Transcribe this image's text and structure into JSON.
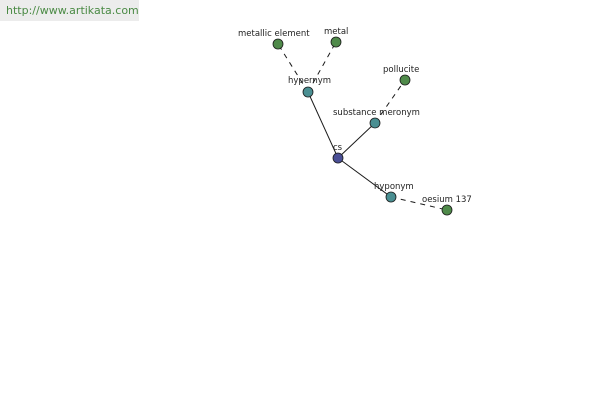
{
  "header": {
    "url": "http://www.artikata.com"
  },
  "graph": {
    "nodes": [
      {
        "id": "cs",
        "label": "cs",
        "kind": "root"
      },
      {
        "id": "hypernym",
        "label": "hypernym",
        "kind": "relation"
      },
      {
        "id": "substance_meronym",
        "label": "substance meronym",
        "kind": "relation"
      },
      {
        "id": "hyponym",
        "label": "hyponym",
        "kind": "relation"
      },
      {
        "id": "metallic_element",
        "label": "metallic element",
        "kind": "leaf"
      },
      {
        "id": "metal",
        "label": "metal",
        "kind": "leaf"
      },
      {
        "id": "pollucite",
        "label": "pollucite",
        "kind": "leaf"
      },
      {
        "id": "oesium_137",
        "label": "oesium 137",
        "kind": "leaf"
      }
    ],
    "edges": [
      {
        "from": "cs",
        "to": "hypernym",
        "style": "solid"
      },
      {
        "from": "cs",
        "to": "substance_meronym",
        "style": "solid"
      },
      {
        "from": "cs",
        "to": "hyponym",
        "style": "solid"
      },
      {
        "from": "hypernym",
        "to": "metallic_element",
        "style": "dashed"
      },
      {
        "from": "hypernym",
        "to": "metal",
        "style": "dashed"
      },
      {
        "from": "substance_meronym",
        "to": "pollucite",
        "style": "dashed"
      },
      {
        "from": "hyponym",
        "to": "oesium_137",
        "style": "dashed"
      }
    ],
    "colors": {
      "root": "#4a4f96",
      "relation": "#4a8f92",
      "leaf": "#4f8a4a",
      "stroke": "#1a1a1a",
      "url_text": "#4a8a44"
    }
  }
}
